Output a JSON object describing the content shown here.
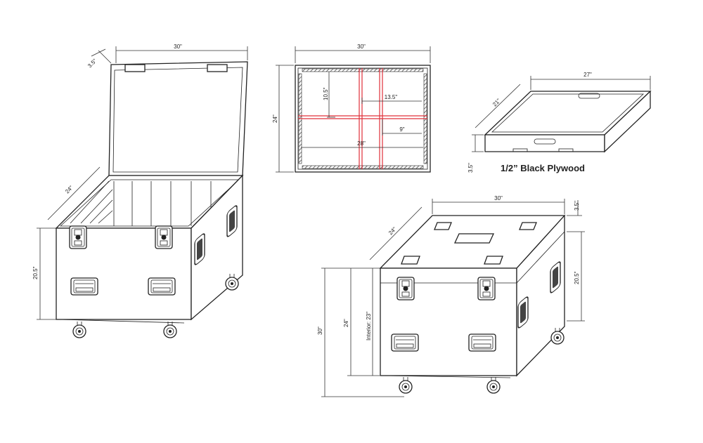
{
  "open_case": {
    "width": "30\"",
    "lid_depth": "3.5\"",
    "depth": "24\"",
    "height": "20.5\""
  },
  "plan_view": {
    "width": "30\"",
    "depth": "24\"",
    "section_depth": "10.5\"",
    "section_width_a": "13.5\"",
    "section_width_b": "9\"",
    "interior_width": "28\"",
    "divider_color": "#e0303a"
  },
  "tray": {
    "width": "27\"",
    "depth": "21\"",
    "height": "3.5\"",
    "material": "1/2” Black Plywood"
  },
  "closed_case": {
    "width": "30\"",
    "depth": "24\"",
    "lid_height": "3.5\"",
    "base_height": "20.5\"",
    "total_height": "30\"",
    "body_height": "24\"",
    "interior_height": "Interior: 23\""
  }
}
